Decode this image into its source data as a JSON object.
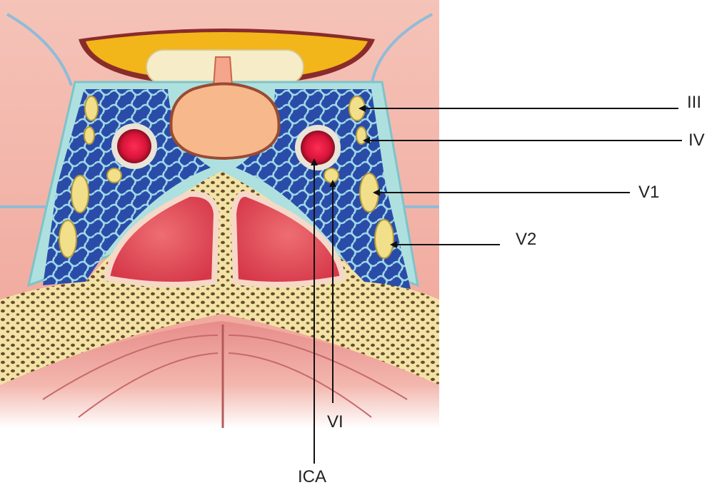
{
  "labels": {
    "III": "III",
    "IV": "IV",
    "V1": "V1",
    "V2": "V2",
    "VI": "VI",
    "ICA": "ICA"
  },
  "colors": {
    "skin": "#f3b4a8",
    "dura": "#aee0df",
    "venous_plexus": "#1f3d96",
    "nerve": "#f2df8a",
    "artery": "#e8243c",
    "bone": "#f1e3a5",
    "sinus_mucosa": "#e95a5f",
    "pituitary": "#f7b88c",
    "leader_line": "#111111"
  }
}
